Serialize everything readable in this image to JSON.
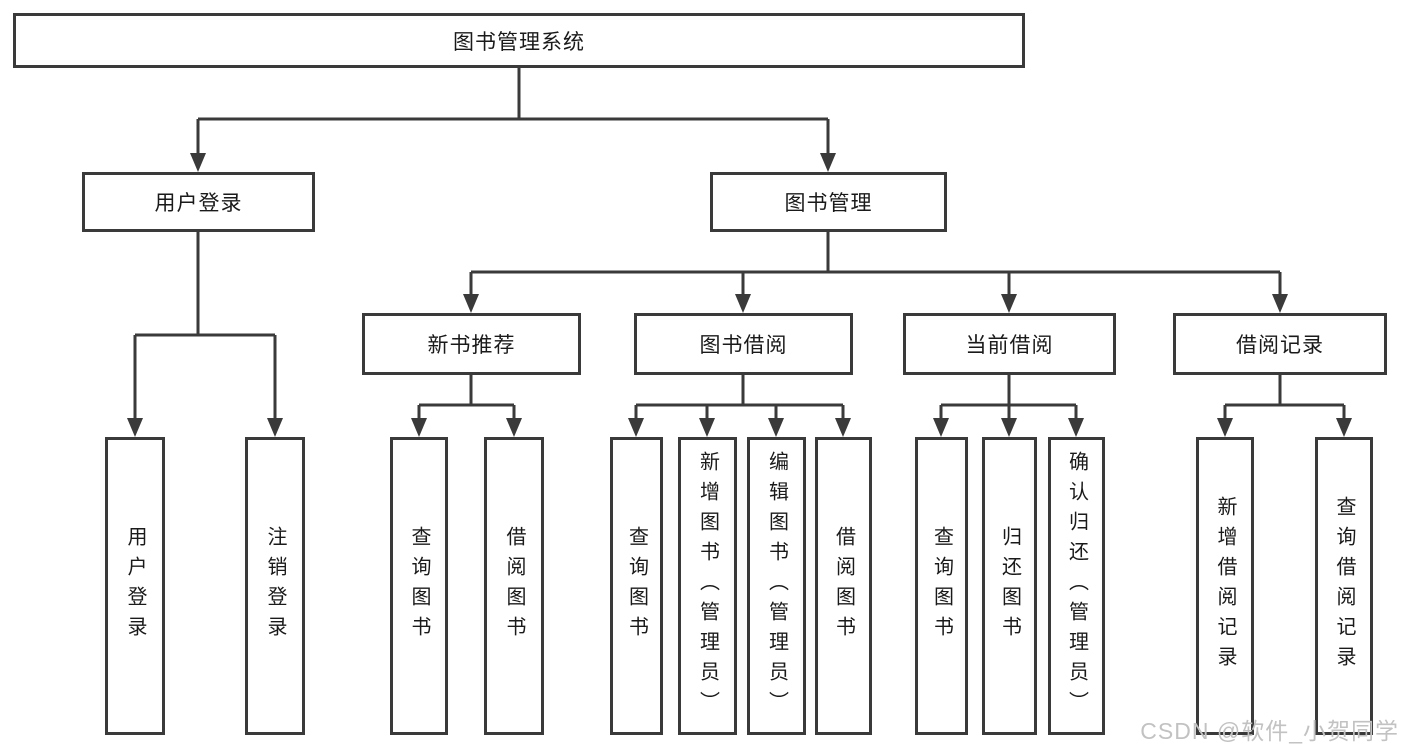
{
  "colors": {
    "bg": "#ffffff",
    "line": "#3a3a3a",
    "text": "#1a1a1a",
    "watermark": "#c2c2c2"
  },
  "watermark": {
    "text": "CSDN @软件_小贺同学"
  },
  "tree": {
    "root": {
      "label": "图书管理系统",
      "children": [
        {
          "label": "用户登录",
          "children": [
            {
              "label": "用户登录"
            },
            {
              "label": "注销登录"
            }
          ]
        },
        {
          "label": "图书管理",
          "children": [
            {
              "label": "新书推荐",
              "children": [
                {
                  "label": "查询图书"
                },
                {
                  "label": "借阅图书"
                }
              ]
            },
            {
              "label": "图书借阅",
              "children": [
                {
                  "label": "查询图书"
                },
                {
                  "label": "新增图书（管理员）"
                },
                {
                  "label": "编辑图书（管理员）"
                },
                {
                  "label": "借阅图书"
                }
              ]
            },
            {
              "label": "当前借阅",
              "children": [
                {
                  "label": "查询图书"
                },
                {
                  "label": "归还图书"
                },
                {
                  "label": "确认归还（管理员）"
                }
              ]
            },
            {
              "label": "借阅记录",
              "children": [
                {
                  "label": "新增借阅记录"
                },
                {
                  "label": "查询借阅记录"
                }
              ]
            }
          ]
        }
      ]
    }
  }
}
